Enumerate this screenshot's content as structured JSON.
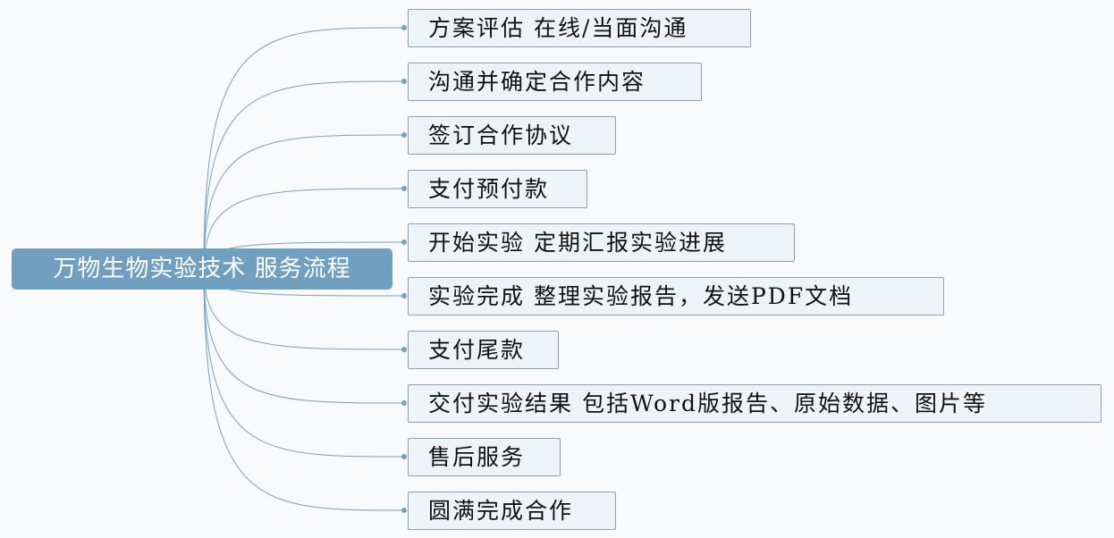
{
  "root": {
    "label": "万物生物实验技术 服务流程"
  },
  "steps": [
    {
      "label": "方案评估 在线/当面沟通"
    },
    {
      "label": "沟通并确定合作内容"
    },
    {
      "label": "签订合作协议"
    },
    {
      "label": "支付预付款"
    },
    {
      "label": "开始实验 定期汇报实验进展"
    },
    {
      "label": "实验完成  整理实验报告，发送PDF文档"
    },
    {
      "label": "支付尾款"
    },
    {
      "label": "交付实验结果 包括Word版报告、原始数据、图片等"
    },
    {
      "label": "售后服务"
    },
    {
      "label": "圆满完成合作"
    }
  ],
  "colors": {
    "root": "#719fc0",
    "link": "#7aa0bc",
    "node_fill": "#eef3f7",
    "node_border": "#86a3ba"
  }
}
